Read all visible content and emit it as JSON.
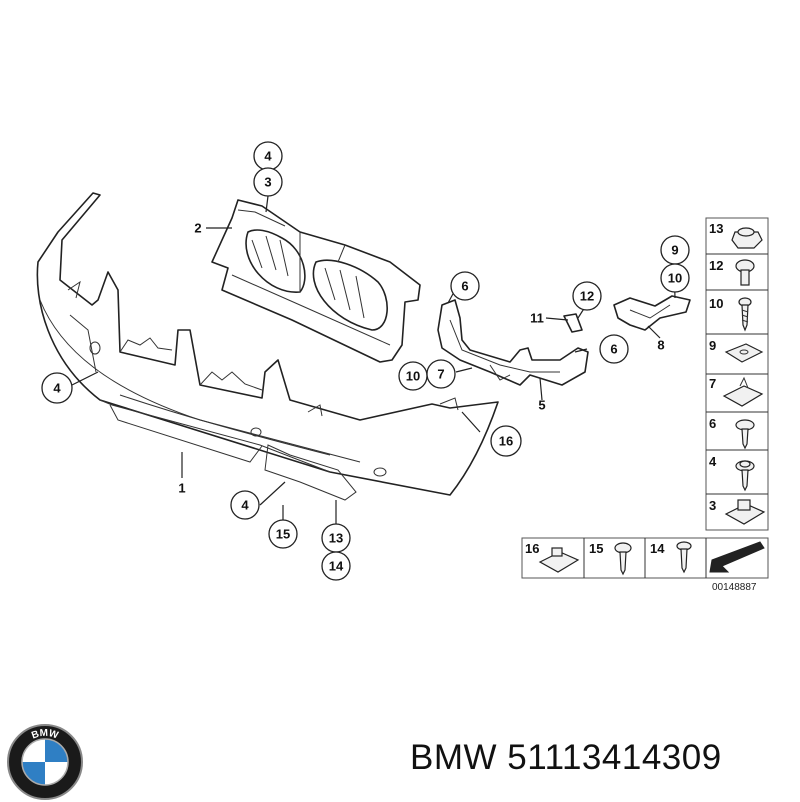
{
  "callouts": {
    "c1": "1",
    "c2": "2",
    "c3": "3",
    "c4_top": "4",
    "c4_left": "4",
    "c4_bottom": "4",
    "c5": "5",
    "c6_upper": "6",
    "c6_lower": "6",
    "c7": "7",
    "c8": "8",
    "c9": "9",
    "c10_a": "10",
    "c10_b": "10",
    "c11": "11",
    "c12": "12",
    "c13": "13",
    "c14": "14",
    "c15": "15",
    "c16": "16"
  },
  "legend": {
    "right": [
      "13",
      "12",
      "10",
      "9",
      "7",
      "6",
      "4",
      "3"
    ],
    "bottom": [
      "16",
      "15",
      "14"
    ]
  },
  "diagram_id": "00148887",
  "brand": {
    "logo_text": "BMW",
    "caption": "BMW 51113414309"
  }
}
